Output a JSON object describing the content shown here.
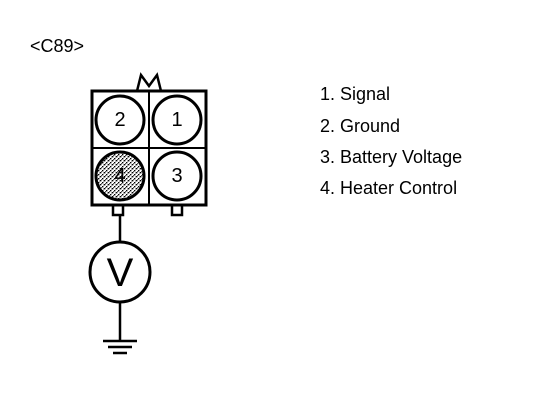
{
  "connector": {
    "id": "<C89>",
    "pins": [
      {
        "label": "2"
      },
      {
        "label": "1"
      },
      {
        "label": "4",
        "shaded": true
      },
      {
        "label": "3"
      }
    ]
  },
  "meter": {
    "symbol": "V"
  },
  "legend": [
    {
      "text": "1. Signal"
    },
    {
      "text": "2. Ground"
    },
    {
      "text": "3. Battery Voltage"
    },
    {
      "text": "4. Heater Control"
    }
  ]
}
